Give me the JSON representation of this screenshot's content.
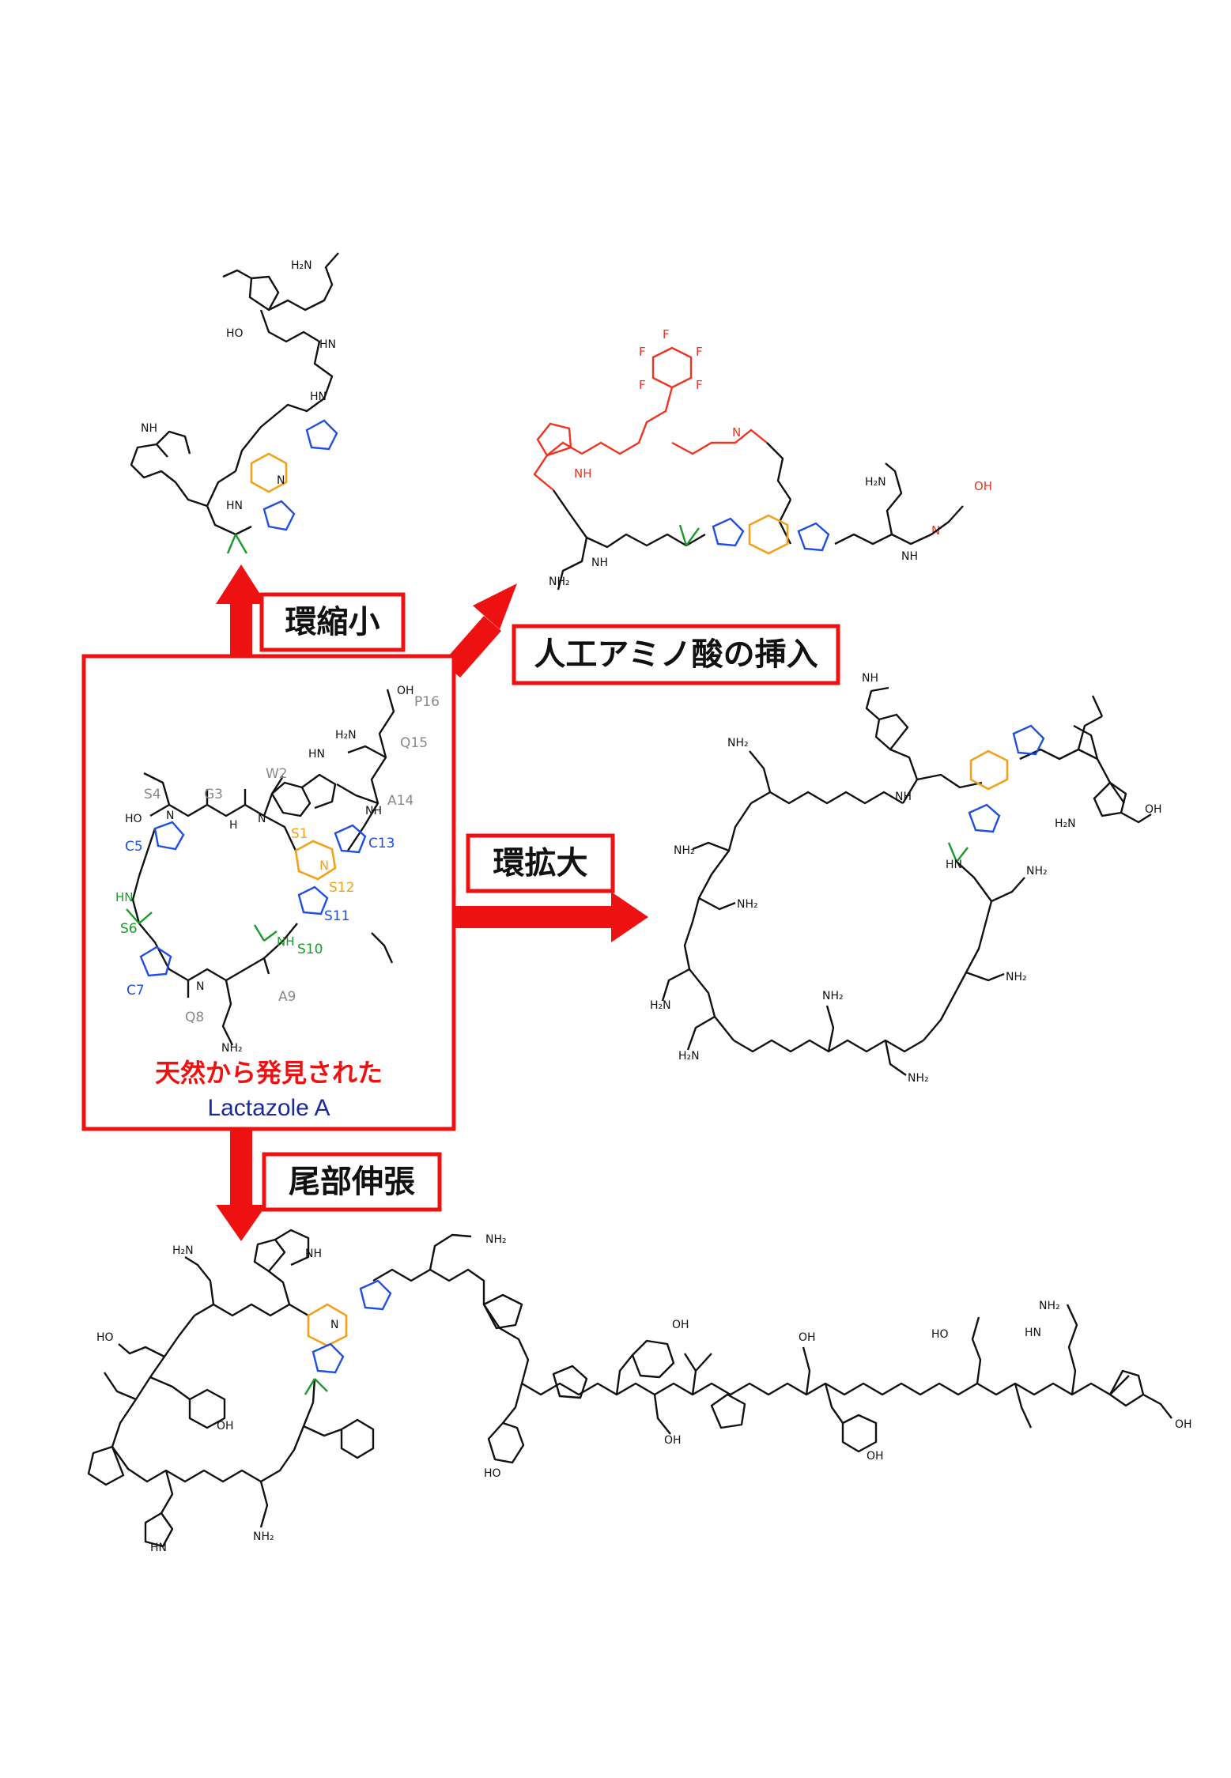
{
  "colors": {
    "arrow": "#ee1111",
    "box_border": "#ee1111",
    "ink": "#111111",
    "pyridine": "#f2a11a",
    "azole": "#1f4fe0",
    "dehydro": "#1a9a2a",
    "residue": "#888888",
    "unnatural": "#ee3322",
    "name_blue": "#1a2a9a"
  },
  "labels": {
    "ring_contraction": "環縮小",
    "unnatural_insertion": "人工アミノ酸の挿入",
    "ring_expansion": "環拡大",
    "tail_extension": "尾部伸張",
    "natural_caption": "天然から発見された",
    "natural_name": "Lactazole A"
  },
  "residues": {
    "P16": "P16",
    "Q15": "Q15",
    "A14": "A14",
    "W2": "W2",
    "C13": "C13",
    "S4": "S4",
    "G3": "G3",
    "S1": "S1",
    "S12": "S12",
    "C5": "C5",
    "S11": "S11",
    "S6": "S6",
    "S10": "S10",
    "C7": "C7",
    "A9": "A9",
    "Q8": "Q8"
  }
}
